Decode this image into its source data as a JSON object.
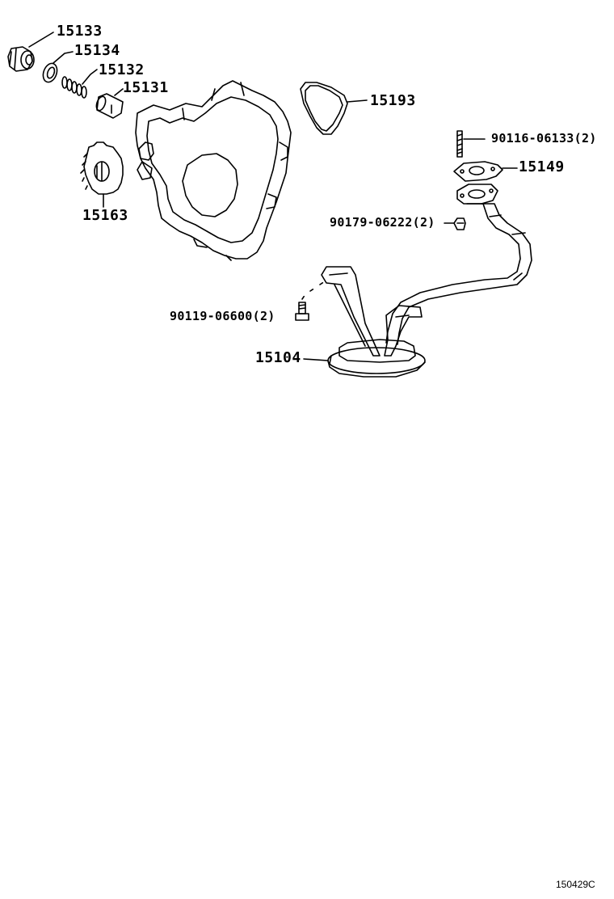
{
  "diagram": {
    "labels": {
      "p15133": "15133",
      "p15134": "15134",
      "p15132": "15132",
      "p15131": "15131",
      "p15163": "15163",
      "p15193": "15193",
      "p90116": "90116-06133(2)",
      "p15149": "15149",
      "p90179": "90179-06222(2)",
      "p90119": "90119-06600(2)",
      "p15104": "15104"
    },
    "figure_code": "150429C",
    "line_color": "#000000"
  }
}
